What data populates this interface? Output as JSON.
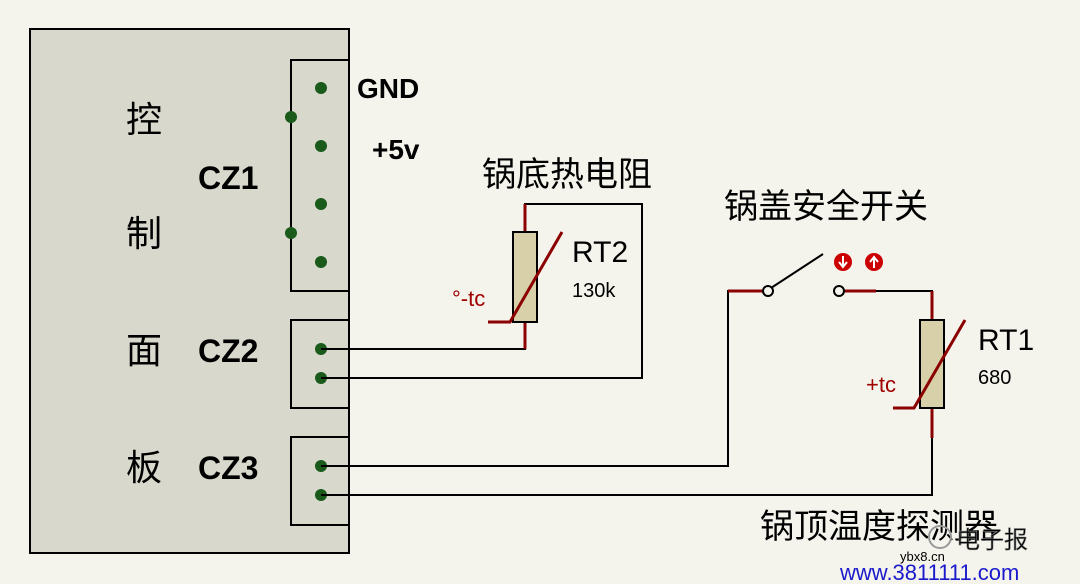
{
  "panel": {
    "label_chars": [
      "控",
      "制",
      "面",
      "板"
    ]
  },
  "connectors": {
    "cz1": "CZ1",
    "cz2": "CZ2",
    "cz3": "CZ3",
    "gnd": "GND",
    "plus5v": "+5v"
  },
  "rt2": {
    "title": "锅底热电阻",
    "name": "RT2",
    "value": "130k",
    "tc": "°-tc"
  },
  "rt1": {
    "name": "RT1",
    "value": "680",
    "tc": "+tc"
  },
  "switch": {
    "title": "锅盖安全开关"
  },
  "probe": {
    "title": "锅顶温度探测器"
  },
  "watermark": {
    "brand": "电子报",
    "small": "ybx8.cn",
    "url": "www.3811111.com"
  },
  "colors": {
    "background": "#f4f4ec",
    "panel": "#d8d8cc",
    "wire": "#000000",
    "pin": "#1a5a1a",
    "resistor_fill": "#d8d0a8",
    "resistor_lead": "#8b0000",
    "url": "#1a1acc"
  }
}
